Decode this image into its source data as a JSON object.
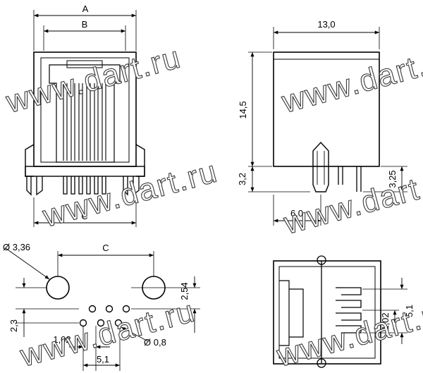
{
  "watermark": "www.dart.ru",
  "front_view": {
    "dim_a": "A",
    "dim_b": "B",
    "dim_c": "C"
  },
  "side_view": {
    "width": "13,0",
    "height": "14,5",
    "pin_left": "3,2",
    "pin_right": "3,25",
    "offset": "6,0"
  },
  "footprint": {
    "hole_diameter": "Ø 3,36",
    "pitch_label": "C",
    "row_gap": "2,54",
    "offset": "2,3",
    "pin_pitch": "1,02",
    "pin_diameter": "Ø 0,8",
    "span": "5,1"
  },
  "bottom_view": {
    "small_gap": "1,02",
    "span": "5,1"
  },
  "colors": {
    "line": "#000000",
    "watermark_stroke": "#3a3a3a"
  }
}
